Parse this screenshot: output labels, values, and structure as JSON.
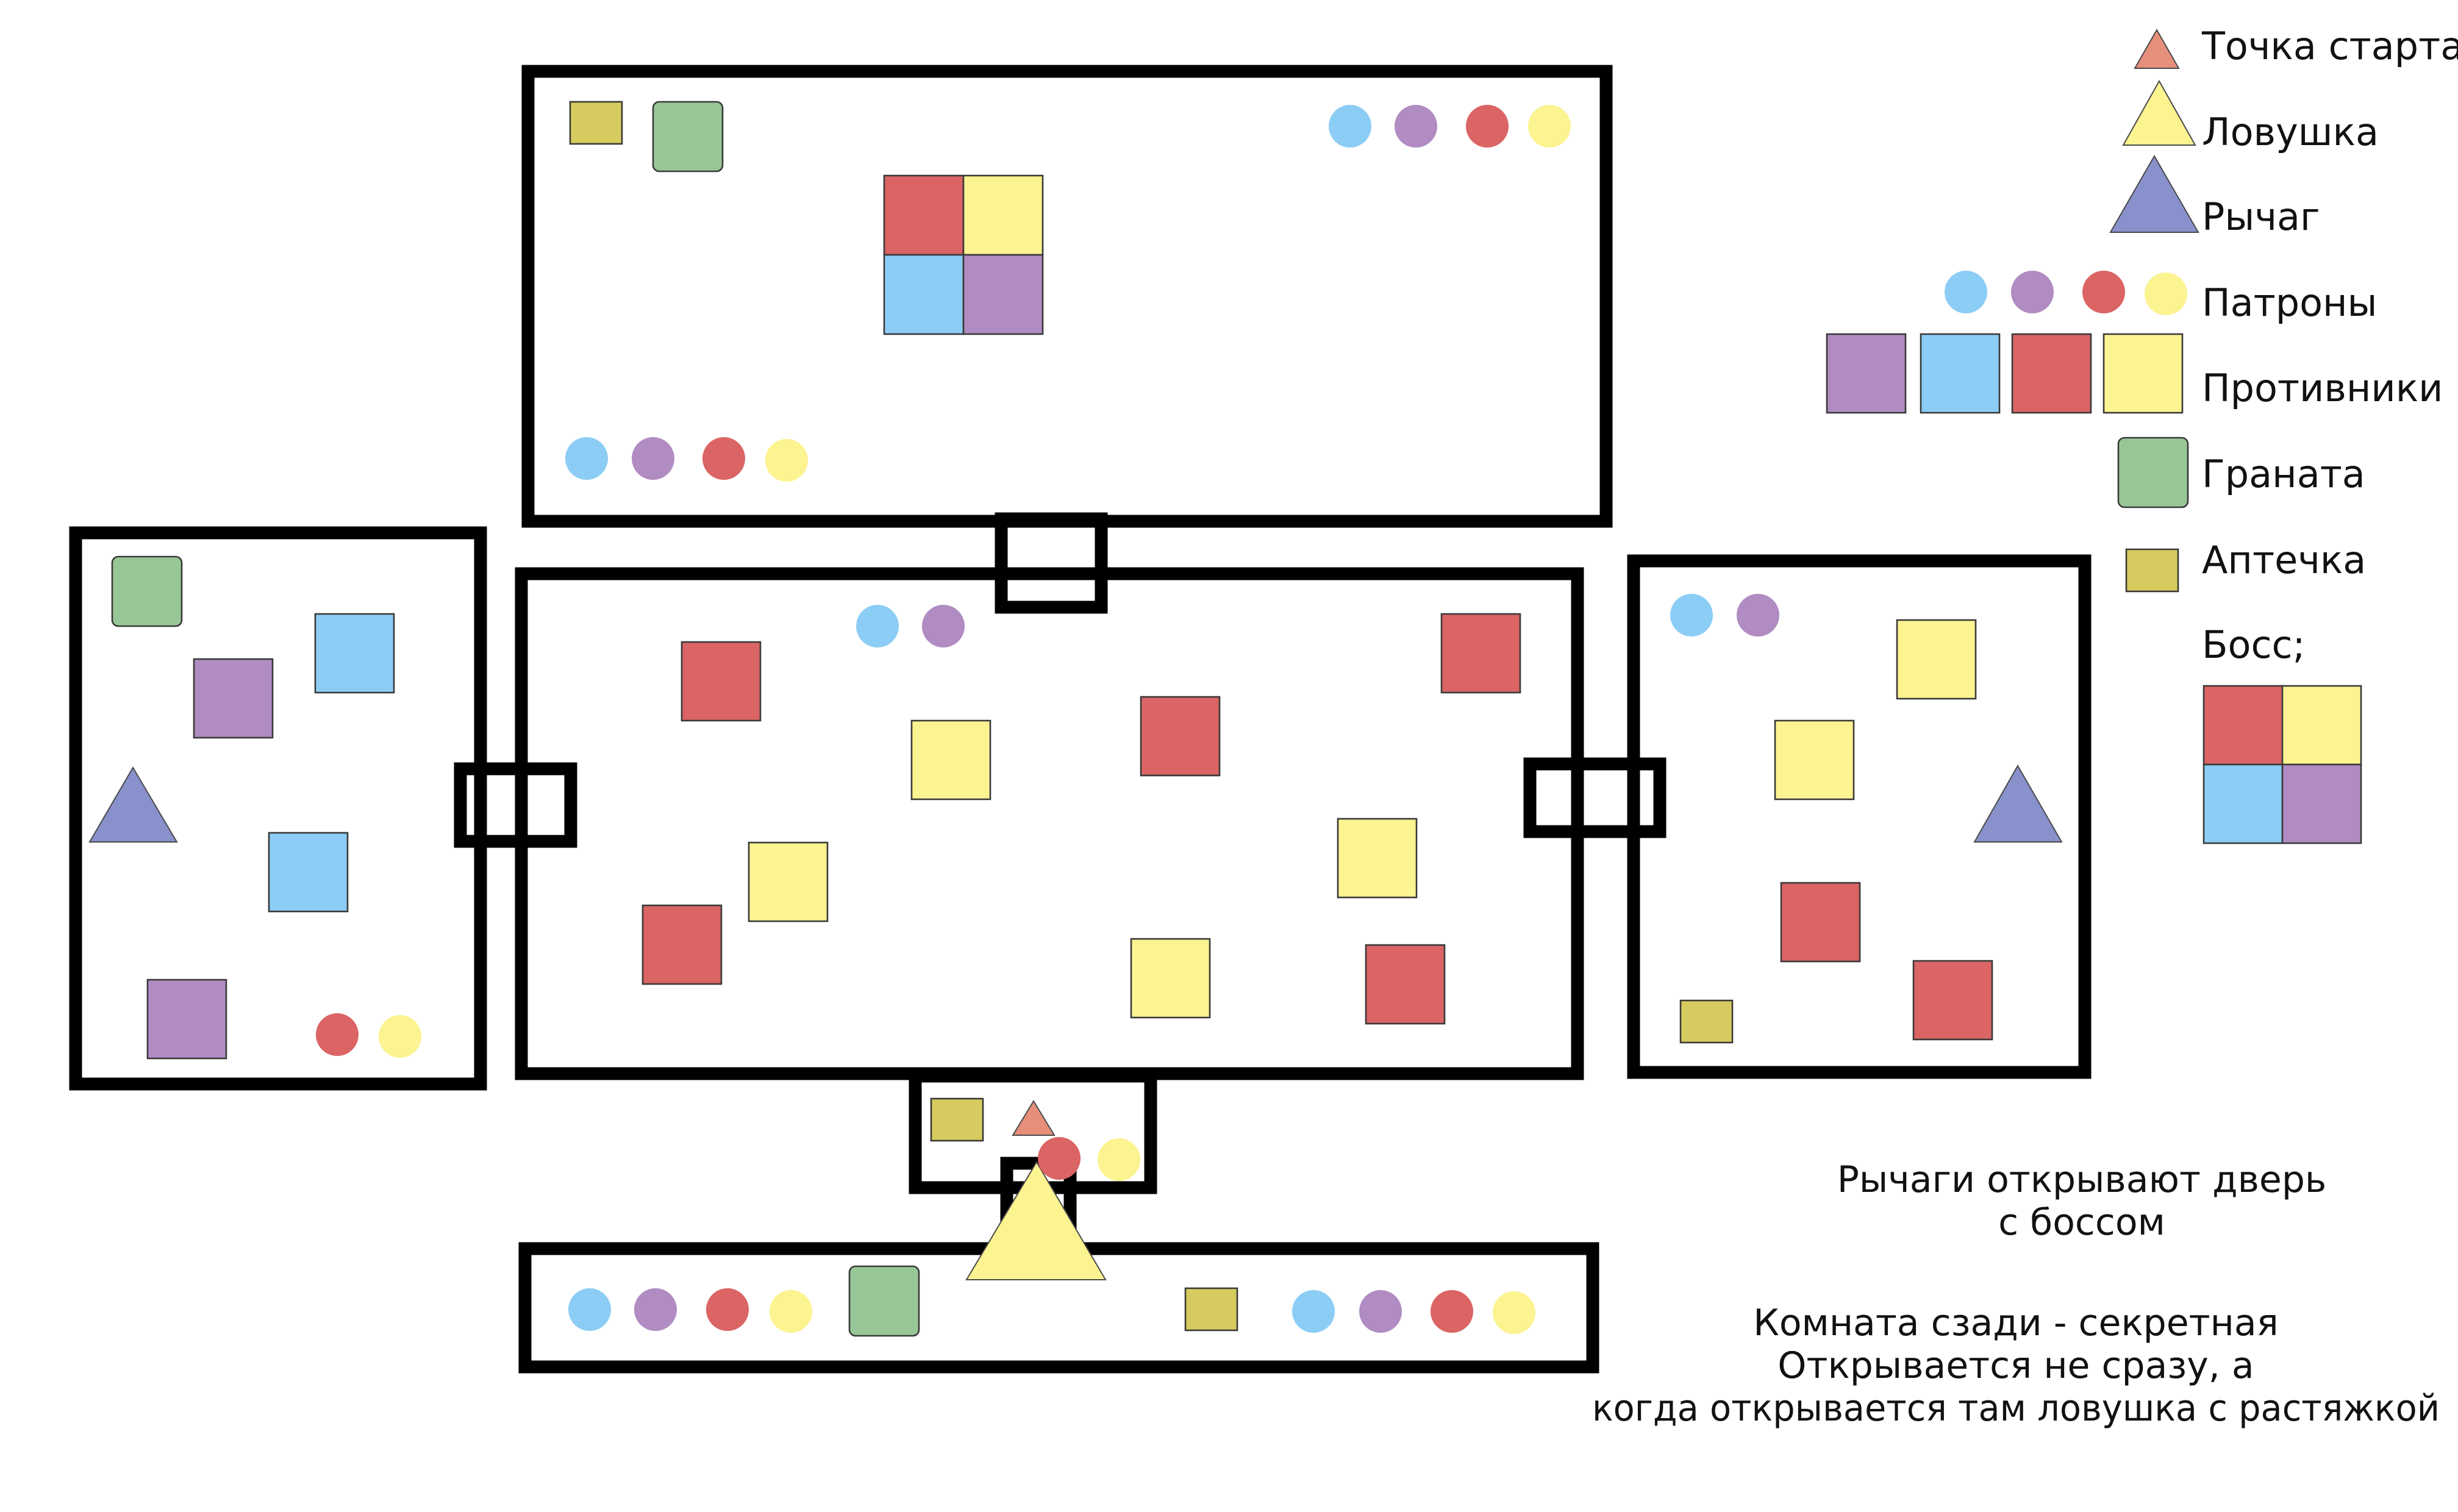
{
  "colors": {
    "blue": "#8ccdf6",
    "purple": "#b08cc2",
    "red": "#db6464",
    "yellow": "#fcf391",
    "green": "#98c797",
    "olive": "#d6cb5e",
    "start": "#e6907c",
    "trap": "#fcf391",
    "lever": "#8891cc"
  },
  "legend": {
    "start": "Точка старта",
    "trap": "Ловушка",
    "lever": "Рычаг",
    "ammo": "Патроны",
    "enemies": "Противники",
    "grenade": "Граната",
    "medkit": "Аптечка",
    "boss": "Босс;"
  },
  "notes": {
    "levers_1": "Рычаги открывают дверь",
    "levers_2": "с боссом",
    "secret_1": "Комната сзади - секретная",
    "secret_2": "Открывается не сразу, а",
    "secret_3": "когда открывается там ловушка с растяжкой"
  },
  "rooms": [
    {
      "name": "top-room",
      "items": [
        "medkit",
        "grenade",
        "boss",
        "ammo-blue",
        "ammo-purple",
        "ammo-red",
        "ammo-yellow",
        "ammo-blue",
        "ammo-purple",
        "ammo-red",
        "ammo-yellow"
      ]
    },
    {
      "name": "central-room",
      "items": [
        "ammo-blue",
        "ammo-purple",
        "enemy-red",
        "enemy-red",
        "enemy-red",
        "enemy-red",
        "enemy-red",
        "enemy-yellow",
        "enemy-yellow",
        "enemy-yellow",
        "enemy-yellow"
      ]
    },
    {
      "name": "left-room",
      "items": [
        "grenade",
        "enemy-purple",
        "enemy-blue",
        "lever",
        "enemy-blue",
        "enemy-purple",
        "ammo-red",
        "ammo-yellow"
      ]
    },
    {
      "name": "right-room",
      "items": [
        "ammo-blue",
        "ammo-purple",
        "enemy-yellow",
        "enemy-yellow",
        "lever",
        "enemy-red",
        "enemy-red",
        "medkit"
      ]
    },
    {
      "name": "start-room",
      "items": [
        "medkit",
        "start-point",
        "ammo-red",
        "ammo-yellow"
      ]
    },
    {
      "name": "secret-room",
      "items": [
        "ammo-blue",
        "ammo-purple",
        "ammo-red",
        "ammo-yellow",
        "grenade",
        "trap",
        "medkit",
        "ammo-blue",
        "ammo-purple",
        "ammo-red",
        "ammo-yellow"
      ]
    }
  ]
}
